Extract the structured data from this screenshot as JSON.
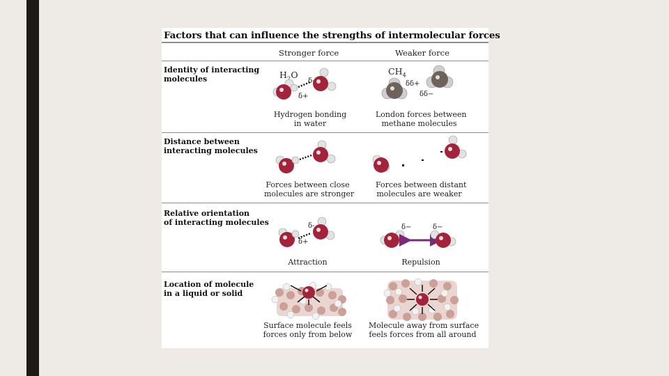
{
  "figure": {
    "title": "Factors that can influence the strengths of intermolecular forces",
    "columns": {
      "stronger": "Stronger force",
      "weaker": "Weaker force"
    },
    "rows": [
      {
        "label_line1": "Identity of interacting",
        "label_line2": "molecules",
        "stronger": {
          "formula": "H",
          "formula_sub": "2",
          "formula_tail": "O",
          "delta_minus": "δ-",
          "delta_plus": "δ+",
          "caption_line1": "Hydrogen bonding",
          "caption_line2": "in water"
        },
        "weaker": {
          "formula": "CH",
          "formula_sub": "4",
          "delta_label1": "δδ+",
          "delta_label2": "δδ−",
          "caption_line1": "London forces between",
          "caption_line2": "methane molecules"
        }
      },
      {
        "label_line1": "Distance between",
        "label_line2": "interacting molecules",
        "stronger": {
          "caption_line1": "Forces between close",
          "caption_line2": "molecules are stronger"
        },
        "weaker": {
          "caption_line1": "Forces between distant",
          "caption_line2": "molecules are weaker"
        }
      },
      {
        "label_line1": "Relative orientation",
        "label_line2": "of interacting molecules",
        "stronger": {
          "delta_minus": "δ-",
          "delta_plus": "δ+",
          "caption_line1": "Attraction"
        },
        "weaker": {
          "delta_left": "δ−",
          "delta_right": "δ−",
          "caption_line1": "Repulsion"
        }
      },
      {
        "label_line1": "Location of molecule",
        "label_line2": "in a liquid or solid",
        "stronger": {
          "caption_line1": "Surface molecule feels",
          "caption_line2": "forces only from below"
        },
        "weaker": {
          "caption_line1": "Molecule away from surface",
          "caption_line2": "feels forces from all around"
        }
      }
    ]
  },
  "colors": {
    "background": "#eeebe6",
    "left_bar": "#1c1c14",
    "oxygen": "#a3243a",
    "hydrogen": "#e2e2e2",
    "carbon": "#6e625a",
    "repulsion_arrow": "#7a2a78",
    "lattice": "#caa097"
  }
}
